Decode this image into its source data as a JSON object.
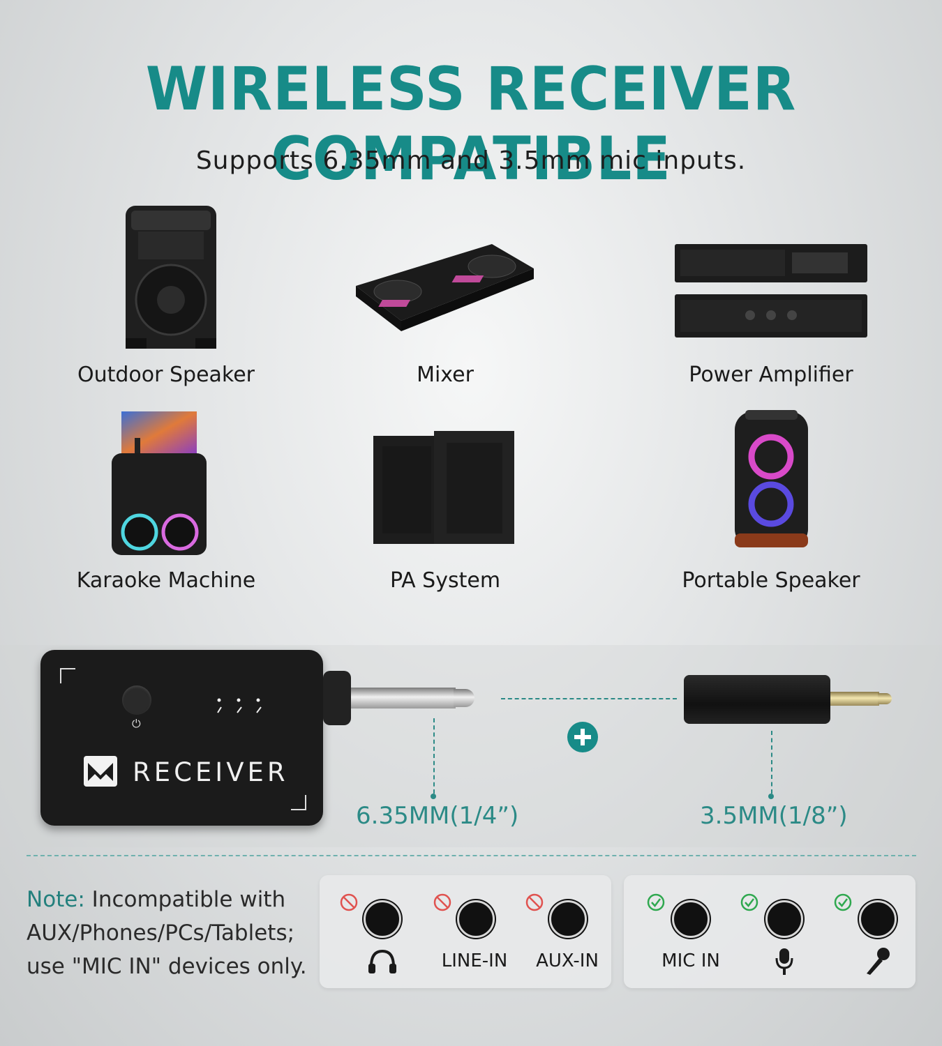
{
  "header": {
    "title": "WIRELESS RECEIVER COMPATIBLE",
    "subtitle": "Supports 6.35mm and 3.5mm mic inputs."
  },
  "devices": [
    {
      "label": "Outdoor Speaker",
      "icon": "outdoor-speaker-icon"
    },
    {
      "label": "Mixer",
      "icon": "dj-mixer-icon"
    },
    {
      "label": "Power Amplifier",
      "icon": "power-amplifier-icon"
    },
    {
      "label": "Karaoke Machine",
      "icon": "karaoke-machine-icon"
    },
    {
      "label": "PA System",
      "icon": "pa-speakers-icon"
    },
    {
      "label": "Portable Speaker",
      "icon": "portable-speaker-icon"
    }
  ],
  "receiver": {
    "brand_text": "RECEIVER",
    "plug_size_label": "6.35MM(1/4”)",
    "adapter_size_label": "3.5MM(1/8”)"
  },
  "note": {
    "prefix": "Note:",
    "line1": " Incompatible with",
    "line2": "AUX/Phones/PCs/Tablets;",
    "line3": "use \"MIC IN\" devices only."
  },
  "incompatible_ports": [
    {
      "label": "",
      "icon": "headphones-icon"
    },
    {
      "label": "LINE-IN",
      "icon": ""
    },
    {
      "label": "AUX-IN",
      "icon": ""
    }
  ],
  "compatible_ports": [
    {
      "label": "MIC IN",
      "icon": ""
    },
    {
      "label": "",
      "icon": "microphone-stand-icon"
    },
    {
      "label": "",
      "icon": "handheld-mic-icon"
    }
  ],
  "colors": {
    "accent": "#178b88",
    "forbidden": "#e0524f",
    "ok": "#2fa84f"
  }
}
